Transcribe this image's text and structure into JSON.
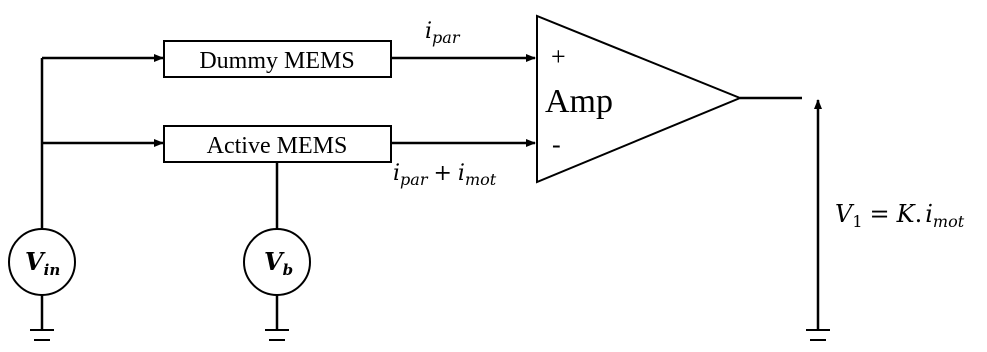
{
  "blocks": {
    "dummy_label": "Dummy MEMS",
    "active_label": "Active MEMS"
  },
  "amplifier": {
    "label": "Amp",
    "plus_sign": "+",
    "minus_sign": "-"
  },
  "signals": {
    "i_par": {
      "base": "i",
      "sub": "par"
    },
    "i_par_plus_i_mot": {
      "base1": "i",
      "sub1": "par",
      "op": "+",
      "base2": "i",
      "sub2": "mot"
    },
    "v1_equation": {
      "lhs_base": "V",
      "lhs_sub": "1",
      "eq": "=",
      "k": "K",
      "dot": ".",
      "rhs_base": "i",
      "rhs_sub": "mot"
    }
  },
  "sources": {
    "vin": {
      "base": "V",
      "sub": "in"
    },
    "vb": {
      "base": "V",
      "sub": "b"
    }
  }
}
